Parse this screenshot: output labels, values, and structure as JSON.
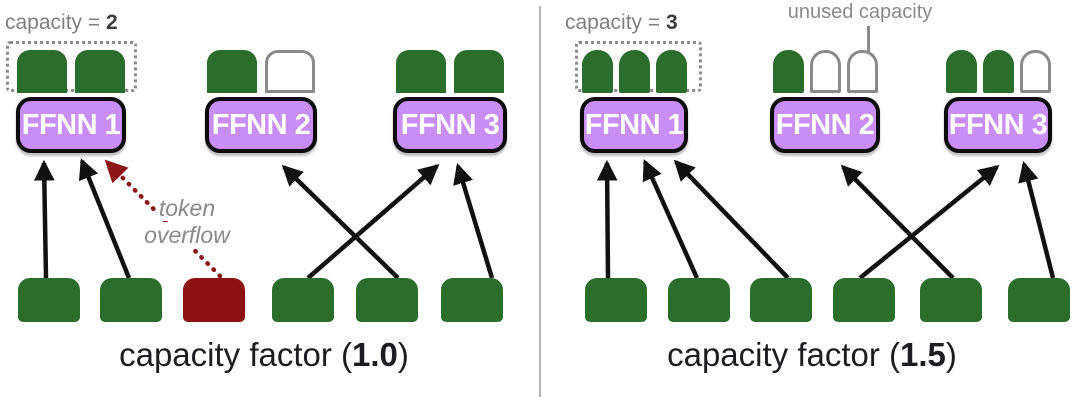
{
  "colors": {
    "token_green": "#2b6d2b",
    "token_overflow_red": "#8c1212",
    "expert_purple": "#c98df6",
    "expert_border": "#0b0b0b",
    "arrow_black": "#111111",
    "overflow_arrow_red": "#8c1515",
    "gray_text": "#7f7f7f",
    "gray_outline": "#8a8a8a",
    "caption_text": "#1d1d1f",
    "divider_gray": "#b5b5b5"
  },
  "panels": [
    {
      "name": "capacity-factor-1.0",
      "capacity_label": {
        "prefix": "capacity = ",
        "value": "2"
      },
      "caption": {
        "prefix": "capacity factor (",
        "value": "1.0",
        "suffix": ")"
      },
      "experts": [
        {
          "label": "FFNN 1",
          "slots": [
            "used",
            "used"
          ]
        },
        {
          "label": "FFNN 2",
          "slots": [
            "used",
            "unused"
          ]
        },
        {
          "label": "FFNN 3",
          "slots": [
            "used",
            "used"
          ]
        }
      ],
      "tokens": [
        "routed",
        "routed",
        "overflow",
        "routed",
        "routed",
        "routed"
      ],
      "routes": [
        {
          "token": 0,
          "expert": 0,
          "type": "routed"
        },
        {
          "token": 1,
          "expert": 0,
          "type": "routed"
        },
        {
          "token": 2,
          "expert": 0,
          "type": "overflow"
        },
        {
          "token": 3,
          "expert": 2,
          "type": "routed"
        },
        {
          "token": 4,
          "expert": 1,
          "type": "routed"
        },
        {
          "token": 5,
          "expert": 2,
          "type": "routed"
        }
      ],
      "annotation": {
        "line1": "token",
        "line2": "overflow"
      }
    },
    {
      "name": "capacity-factor-1.5",
      "capacity_label": {
        "prefix": "capacity = ",
        "value": "3"
      },
      "caption": {
        "prefix": "capacity factor (",
        "value": "1.5",
        "suffix": ")"
      },
      "experts": [
        {
          "label": "FFNN 1",
          "slots": [
            "used",
            "used",
            "used"
          ]
        },
        {
          "label": "FFNN 2",
          "slots": [
            "used",
            "unused",
            "unused"
          ]
        },
        {
          "label": "FFNN 3",
          "slots": [
            "used",
            "used",
            "unused"
          ]
        }
      ],
      "tokens": [
        "routed",
        "routed",
        "routed",
        "routed",
        "routed",
        "routed"
      ],
      "routes": [
        {
          "token": 0,
          "expert": 0,
          "type": "routed"
        },
        {
          "token": 1,
          "expert": 0,
          "type": "routed"
        },
        {
          "token": 2,
          "expert": 0,
          "type": "routed"
        },
        {
          "token": 3,
          "expert": 2,
          "type": "routed"
        },
        {
          "token": 4,
          "expert": 1,
          "type": "routed"
        },
        {
          "token": 5,
          "expert": 2,
          "type": "routed"
        }
      ],
      "annotation": {
        "label": "unused capacity"
      }
    }
  ]
}
